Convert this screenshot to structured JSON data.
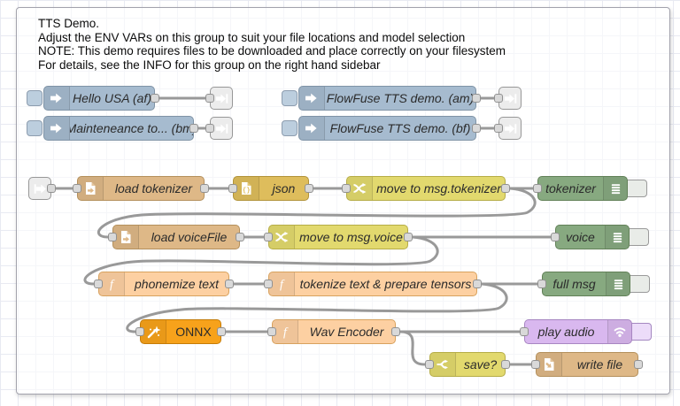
{
  "app": "node-red-flow-editor",
  "group": {
    "comment_lines": [
      "TTS Demo.",
      "Adjust the ENV VARs on this group to suit your file locations and model selection",
      "NOTE: This demo requires files to be downloaded and place correctly on your filesystem",
      "For details, see the INFO for this group on the right hand sidebar"
    ]
  },
  "palette": {
    "inject": {
      "fill": "#a6bbcf",
      "border": "#7f93a6"
    },
    "link": {
      "fill": "#ececec",
      "border": "#979797"
    },
    "file": {
      "fill": "#deb887",
      "border": "#b4905c"
    },
    "json": {
      "fill": "#debd5c",
      "border": "#b2933a"
    },
    "change": {
      "fill": "#e2d96e",
      "border": "#b6ad47"
    },
    "switch": {
      "fill": "#e2d96e",
      "border": "#b6ad47"
    },
    "function": {
      "fill": "#fdd0a2",
      "border": "#d8a25e"
    },
    "debug": {
      "fill": "#87a980",
      "border": "#628158"
    },
    "onnx": {
      "fill": "#f7a21b",
      "border": "#c67c07"
    },
    "play_audio": {
      "fill": "#d9b8ef",
      "border": "#a886c2"
    },
    "wire": "#999999",
    "port_fill": "#d9d9d9",
    "port_border": "#919191"
  },
  "nodes": [
    {
      "id": "inject-hello",
      "type": "inject",
      "icon": "inject-arrow-icon",
      "label": "Hello USA (af)"
    },
    {
      "id": "linkout-1",
      "type": "link-out",
      "icon": "link-out-icon",
      "label": ""
    },
    {
      "id": "inject-flowfuse-am",
      "type": "inject",
      "icon": "inject-arrow-icon",
      "label": "FlowFuse TTS demo. (am)"
    },
    {
      "id": "linkout-2",
      "type": "link-out",
      "icon": "link-out-icon",
      "label": ""
    },
    {
      "id": "inject-maintenance",
      "type": "inject",
      "icon": "inject-arrow-icon",
      "label": "Mainteneance to... (bm)"
    },
    {
      "id": "linkout-3",
      "type": "link-out",
      "icon": "link-out-icon",
      "label": ""
    },
    {
      "id": "inject-flowfuse-bf",
      "type": "inject",
      "icon": "inject-arrow-icon",
      "label": "FlowFuse TTS demo. (bf)"
    },
    {
      "id": "linkout-4",
      "type": "link-out",
      "icon": "link-out-icon",
      "label": ""
    },
    {
      "id": "linkin-1",
      "type": "link-in",
      "icon": "link-in-icon",
      "label": ""
    },
    {
      "id": "load-tokenizer",
      "type": "file-in",
      "icon": "file-in-icon",
      "label": "load tokenizer"
    },
    {
      "id": "json-node",
      "type": "json",
      "icon": "json-braces-icon",
      "label": "json"
    },
    {
      "id": "move-tokenizer",
      "type": "change",
      "icon": "shuffle-icon",
      "label": "move to msg.tokenizer"
    },
    {
      "id": "debug-tokenizer",
      "type": "debug",
      "icon": "debug-sidebar-icon",
      "label": "tokenizer"
    },
    {
      "id": "load-voicefile",
      "type": "file-in",
      "icon": "file-in-icon",
      "label": "load voiceFile"
    },
    {
      "id": "move-voice",
      "type": "change",
      "icon": "shuffle-icon",
      "label": "move to msg.voice"
    },
    {
      "id": "debug-voice",
      "type": "debug",
      "icon": "debug-sidebar-icon",
      "label": "voice"
    },
    {
      "id": "phonemize",
      "type": "function",
      "icon": "function-icon",
      "label": "phonemize text"
    },
    {
      "id": "tokenize",
      "type": "function",
      "icon": "function-icon",
      "label": "tokenize text & prepare tensors"
    },
    {
      "id": "debug-fullmsg",
      "type": "debug",
      "icon": "debug-sidebar-icon",
      "label": "full msg"
    },
    {
      "id": "onnx",
      "type": "onnx",
      "icon": "magic-wand-icon",
      "label": "ONNX"
    },
    {
      "id": "wav-encoder",
      "type": "function",
      "icon": "function-icon",
      "label": "Wav Encoder"
    },
    {
      "id": "play-audio",
      "type": "play-audio",
      "icon": "speaker-waves-icon",
      "label": "play audio"
    },
    {
      "id": "switch-save",
      "type": "switch",
      "icon": "branch-icon",
      "label": "save?"
    },
    {
      "id": "write-file",
      "type": "file-out",
      "icon": "file-out-icon",
      "label": "write file"
    }
  ]
}
